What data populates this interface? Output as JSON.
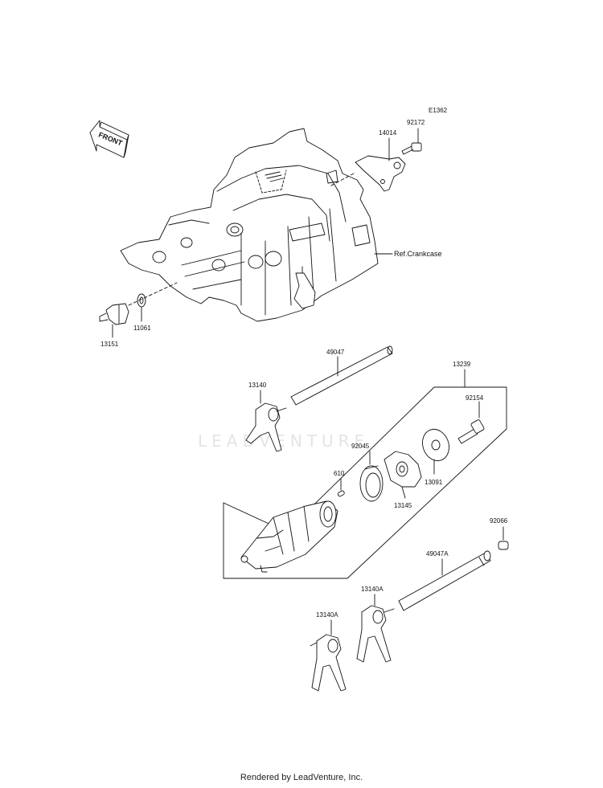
{
  "diagram_code": "E1362",
  "front_label": "FRONT",
  "ref_label": "Ref.Crankcase",
  "parts": {
    "p92172": "92172",
    "p14014": "14014",
    "p13151": "13151",
    "p11061": "11061",
    "p49047": "49047",
    "p13239": "13239",
    "p13140": "13140",
    "p92154": "92154",
    "p92045": "92045",
    "p610": "610",
    "p13091": "13091",
    "p13145": "13145",
    "p92066": "92066",
    "p49047A": "49047A",
    "p13140A_1": "13140A",
    "p13140A_2": "13140A"
  },
  "watermark": "LEADVENTURE",
  "footer": "Rendered by LeadVenture, Inc."
}
